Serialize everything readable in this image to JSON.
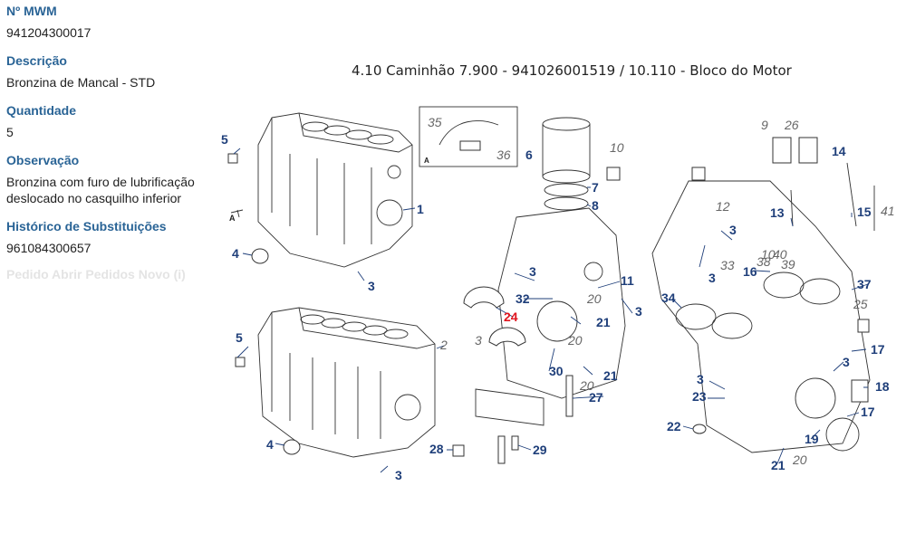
{
  "part": {
    "mwm_label": "Nº MWM",
    "mwm_value": "941204300017",
    "description_label": "Descrição",
    "description_value": "Bronzina de Mancal - STD",
    "quantity_label": "Quantidade",
    "quantity_value": "5",
    "observation_label": "Observação",
    "observation_value": "Bronzina com furo de lubrificação deslocado no casquilho inferior",
    "history_label": "Histórico de Substituições",
    "history_value": "961084300657",
    "faded_link": "Pedido Abrir Pedidos Novo (i)"
  },
  "diagram": {
    "title": "4.10 Caminhão 7.900 - 941026001519  /  10.110 - Bloco do Motor",
    "callouts": [
      "1",
      "2",
      "3",
      "4",
      "5",
      "6",
      "7",
      "8",
      "9",
      "10",
      "11",
      "12",
      "13",
      "14",
      "15",
      "16",
      "17",
      "18",
      "19",
      "20",
      "21",
      "22",
      "23",
      "24",
      "25",
      "26",
      "27",
      "28",
      "29",
      "30",
      "32",
      "33",
      "34",
      "35",
      "36",
      "37",
      "38",
      "39",
      "40",
      "41"
    ],
    "view_marker": "A",
    "highlight_color": "#e0141e",
    "callout_color": "#1f3f7a"
  }
}
